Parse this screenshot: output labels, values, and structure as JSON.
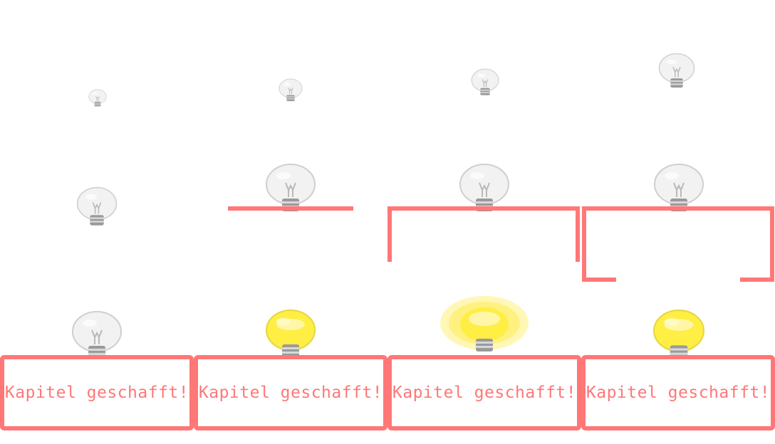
{
  "colors": {
    "accent": "#ff7777",
    "bulb_off": "#f2f2f2",
    "bulb_on": "#ffee44",
    "bulb_base": "#9a9a9a"
  },
  "panels": [
    {
      "label": "Kapitel geschafft!"
    },
    {
      "label": "Kapitel geschafft!"
    },
    {
      "label": "Kapitel geschafft!"
    },
    {
      "label": "Kapitel geschafft!"
    }
  ],
  "bulbs": {
    "row_bottom": [
      {
        "state": "off",
        "icon": "lightbulb-off-icon"
      },
      {
        "state": "on",
        "icon": "lightbulb-on-icon"
      },
      {
        "state": "glowing",
        "icon": "lightbulb-glowing-icon"
      },
      {
        "state": "on",
        "icon": "lightbulb-on-icon"
      }
    ],
    "row_middle": [
      {
        "state": "off",
        "icon": "lightbulb-off-icon"
      },
      {
        "state": "off",
        "icon": "lightbulb-off-icon"
      },
      {
        "state": "off",
        "icon": "lightbulb-off-icon"
      },
      {
        "state": "off",
        "icon": "lightbulb-off-icon"
      }
    ],
    "row_top": [
      {
        "state": "off",
        "icon": "lightbulb-off-icon"
      },
      {
        "state": "off",
        "icon": "lightbulb-off-icon"
      },
      {
        "state": "off",
        "icon": "lightbulb-off-icon"
      },
      {
        "state": "off",
        "icon": "lightbulb-off-icon"
      }
    ]
  }
}
